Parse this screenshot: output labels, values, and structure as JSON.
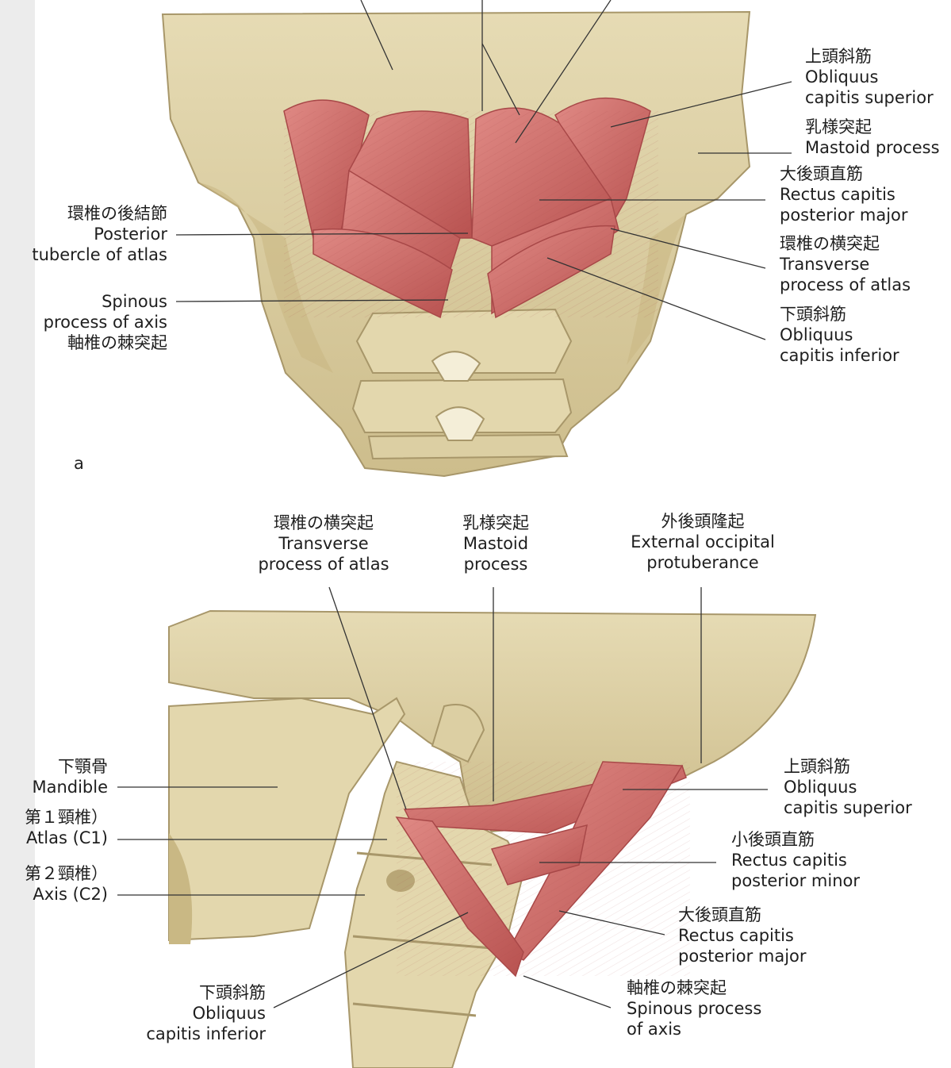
{
  "panel_a": {
    "letter": "a",
    "labels": {
      "obliquus_superior": {
        "jp": "上頭斜筋",
        "en1": "Obliquus",
        "en2": "capitis superior"
      },
      "mastoid": {
        "jp": "乳様突起",
        "en1": "Mastoid process"
      },
      "rectus_major": {
        "jp": "大後頭直筋",
        "en1": "Rectus capitis",
        "en2": "posterior major"
      },
      "transverse": {
        "jp": "環椎の横突起",
        "en1": "Transverse",
        "en2": "process of atlas"
      },
      "obliquus_inferior": {
        "jp": "下頭斜筋",
        "en1": "Obliquus",
        "en2": "capitis inferior"
      },
      "posterior_tubercle": {
        "jp": "環椎の後結節",
        "en1": "Posterior",
        "en2": "tubercle of atlas"
      },
      "spinous": {
        "en1": "Spinous",
        "en2": "process of axis",
        "jp": "軸椎の棘突起"
      }
    }
  },
  "panel_b": {
    "labels": {
      "transverse": {
        "jp": "環椎の横突起",
        "en1": "Transverse",
        "en2": "process of atlas"
      },
      "mastoid": {
        "jp": "乳様突起",
        "en1": "Mastoid",
        "en2": "process"
      },
      "ext_occipital": {
        "jp": "外後頭隆起",
        "en1": "External occipital",
        "en2": "protuberance"
      },
      "mandible": {
        "jp": "下顎骨",
        "en1": "Mandible"
      },
      "atlas": {
        "jp": "第１頸椎）",
        "en1": "Atlas (C1)"
      },
      "axis": {
        "jp": "第２頸椎）",
        "en1": "Axis (C2)"
      },
      "obliquus_superior": {
        "jp": "上頭斜筋",
        "en1": "Obliquus",
        "en2": "capitis superior"
      },
      "rectus_minor": {
        "jp": "小後頭直筋",
        "en1": "Rectus capitis",
        "en2": "posterior minor"
      },
      "rectus_major": {
        "jp": "大後頭直筋",
        "en1": "Rectus capitis",
        "en2": "posterior major"
      },
      "obliquus_inferior": {
        "jp": "下頭斜筋",
        "en1": "Obliquus",
        "en2": "capitis inferior"
      },
      "spinous": {
        "jp": "軸椎の棘突起",
        "en1": "Spinous process",
        "en2": "of axis"
      }
    }
  },
  "colors": {
    "bone": "#e0d4aa",
    "bone_shadow": "#b8a676",
    "muscle": "#cf6a66",
    "muscle_dark": "#a84848",
    "leader": "#333333"
  }
}
